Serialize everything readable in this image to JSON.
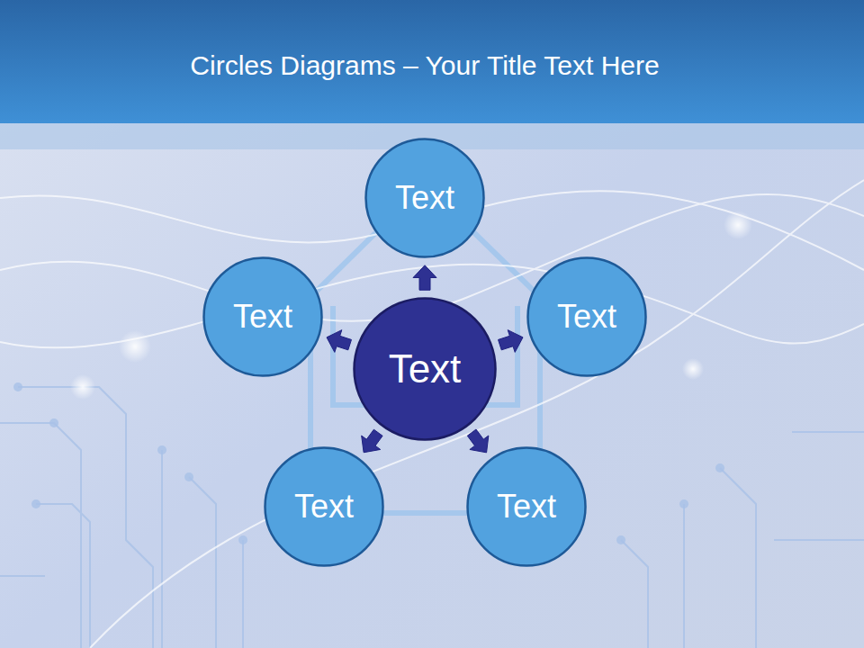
{
  "diagram": {
    "title": "Circles Diagrams – Your Title Text Here",
    "nodes": [
      {
        "text": [
          "Text"
        ]
      },
      {
        "text": [
          "Text"
        ]
      },
      {
        "text": [
          "Text"
        ]
      },
      {
        "text": [
          "Text"
        ]
      },
      {
        "text": [
          "Text"
        ]
      },
      {
        "text": [
          "Text"
        ]
      }
    ],
    "edges": [
      {
        "from": 0,
        "to": 1,
        "arrow": "to"
      },
      {
        "from": 0,
        "to": 2,
        "arrow": "to"
      },
      {
        "from": 0,
        "to": 3,
        "arrow": "to"
      },
      {
        "from": 0,
        "to": 4,
        "arrow": "to"
      },
      {
        "from": 0,
        "to": 5,
        "arrow": "to"
      }
    ]
  }
}
